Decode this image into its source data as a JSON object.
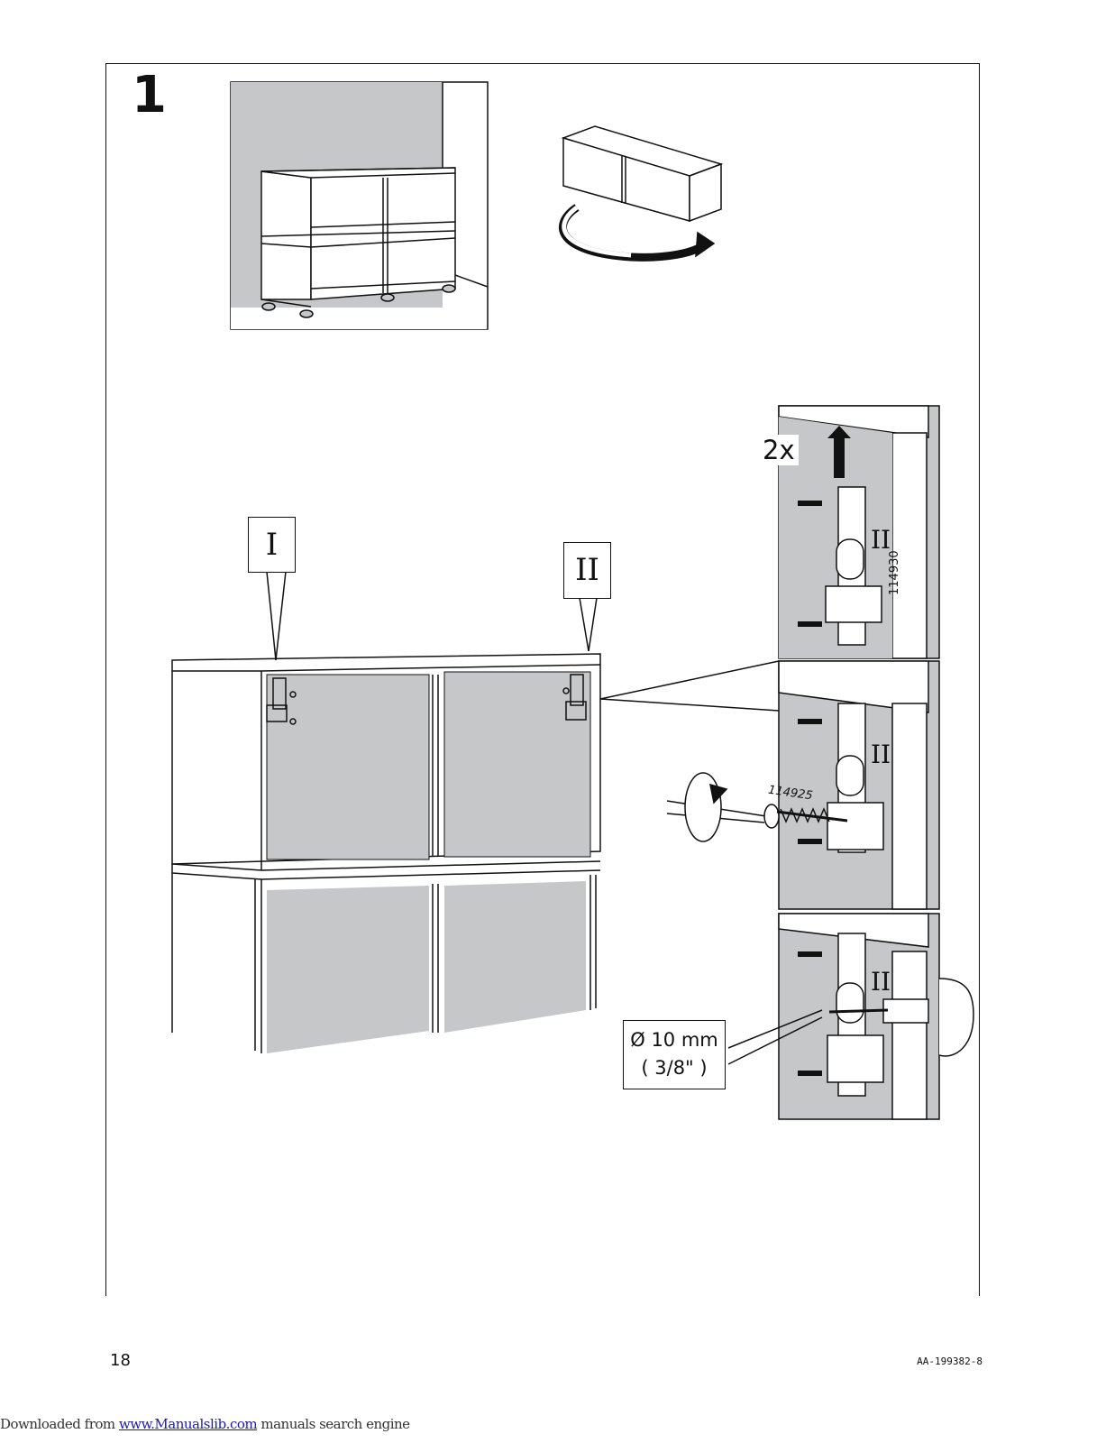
{
  "step": "1",
  "callouts": {
    "left": "I",
    "right": "II"
  },
  "detail": {
    "quantity": "2x",
    "part_bracket": "114930",
    "part_screw": "114925",
    "roman_label": "II"
  },
  "drill": {
    "metric": "Ø 10 mm",
    "imperial": "( 3/8\" )"
  },
  "page_number": "18",
  "doc_code": "AA-199382-8",
  "footer": {
    "prefix": "Downloaded from ",
    "link": "www.Manualslib.com",
    "suffix": " manuals search engine"
  }
}
